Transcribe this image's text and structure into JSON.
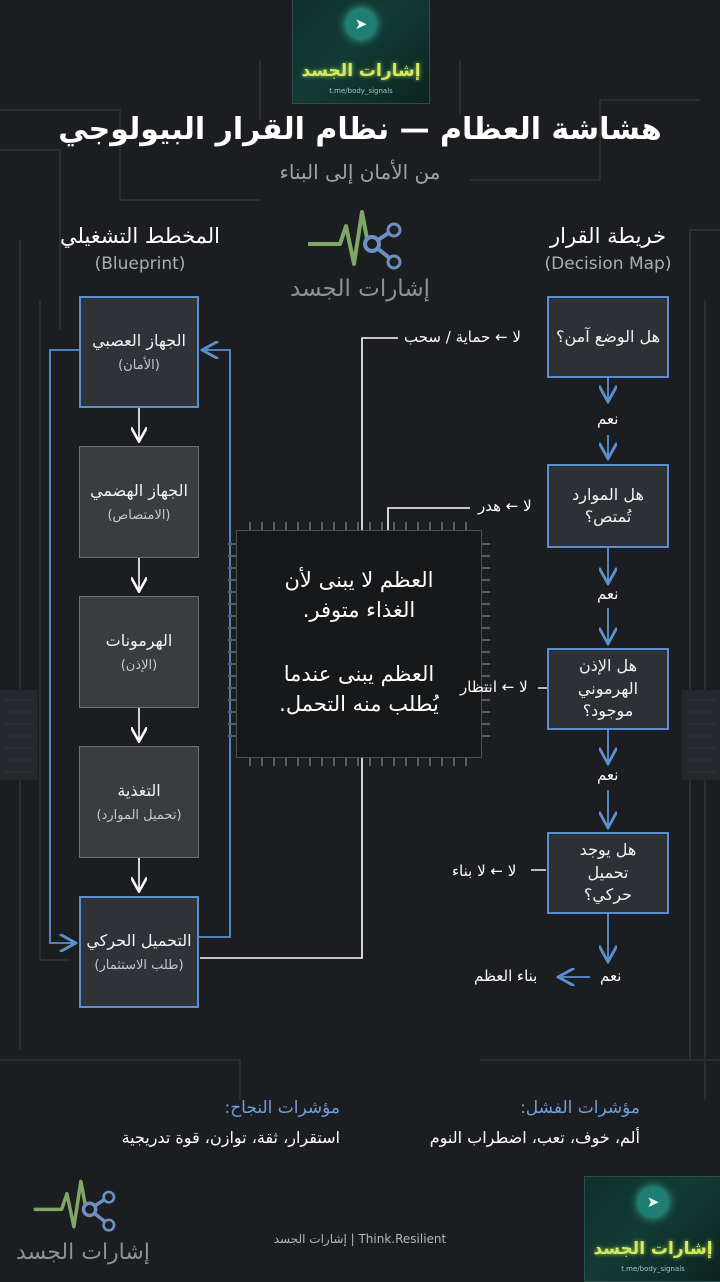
{
  "brand": {
    "name": "إشارات الجسد",
    "tile_url": "t.me/body_signals"
  },
  "header": {
    "title": "هشاشة العظام — نظام القرار البيولوجي",
    "subtitle": "من الأمان إلى البناء"
  },
  "blueprint": {
    "heading": "المخطط التشغيلي",
    "subheading": "(Blueprint)",
    "steps": [
      {
        "title": "الجهاز العصبي",
        "sub": "(الأمان)"
      },
      {
        "title": "الجهاز الهضمي",
        "sub": "(الامتصاص)"
      },
      {
        "title": "الهرمونات",
        "sub": "(الإذن)"
      },
      {
        "title": "التغذية",
        "sub": "(تحميل الموارد)"
      },
      {
        "title": "التحميل الحركي",
        "sub": "(طلب الاستثمار)"
      }
    ]
  },
  "decision_map": {
    "heading": "خريطة القرار",
    "subheading": "(Decision Map)",
    "questions": [
      {
        "text": "هل الوضع آمن؟",
        "no_label": "لا ← حماية / سحب",
        "yes_label": "نعم"
      },
      {
        "text": "هل الموارد تُمتص؟",
        "no_label": "لا ← هدر",
        "yes_label": "نعم"
      },
      {
        "text": "هل الإذن الهرموني موجود؟",
        "no_label": "لا ← انتظار",
        "yes_label": "نعم"
      },
      {
        "text": "هل يوجد تحميل حركي؟",
        "no_label": "لا ← لا بناء",
        "yes_label": "نعم"
      }
    ],
    "result_yes": "نعم",
    "result": "بناء العظم"
  },
  "center_chip": {
    "line1": "العظم لا يبنى لأن",
    "line2": "الغذاء متوفر.",
    "line3": "العظم يبنى عندما",
    "line4": "يُطلب منه التحمل."
  },
  "indicators": {
    "success_title": "مؤشرات النجاح:",
    "success_text": "استقرار، ثقة، توازن، قوة تدريجية",
    "failure_title": "مؤشرات الفشل:",
    "failure_text": "ألم، خوف، تعب، اضطراب النوم"
  },
  "footer": {
    "text": "إشارات الجسد | Think.Resilient"
  },
  "colors": {
    "background": "#1b1d20",
    "accent_blue": "#5b8fd0",
    "logo_green": "#7fa868",
    "logo_blue": "#6d8fc2"
  },
  "icons": [
    "telegram-icon",
    "pulse-logo-icon"
  ]
}
